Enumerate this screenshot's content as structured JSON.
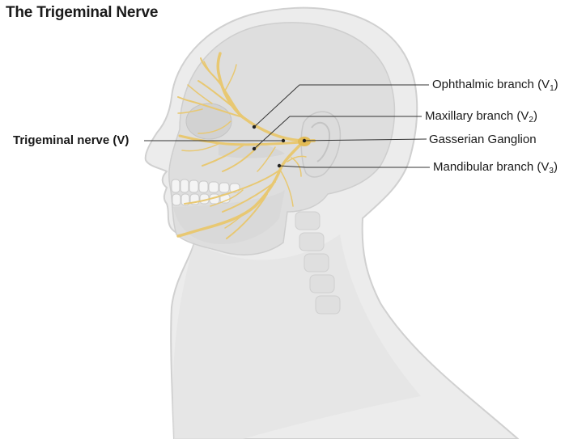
{
  "title": "The Trigeminal Nerve",
  "labels": {
    "trigeminal_nerve": "Trigeminal nerve (V)",
    "ophthalmic": {
      "text": "Ophthalmic branch (V",
      "sub": "1",
      "close": ")"
    },
    "maxillary": {
      "text": "Maxillary branch (V",
      "sub": "2",
      "close": ")"
    },
    "gasserian": "Gasserian Ganglion",
    "mandibular": {
      "text": "Mandibular branch (V",
      "sub": "3",
      "close": ")"
    }
  },
  "colors": {
    "skin": "#e9e9e9",
    "skin_outline": "#d2d2d2",
    "skull": "#dcdcdc",
    "nerve": "#e8c872",
    "nerve_dark": "#d9b455",
    "leader": "#333333"
  }
}
